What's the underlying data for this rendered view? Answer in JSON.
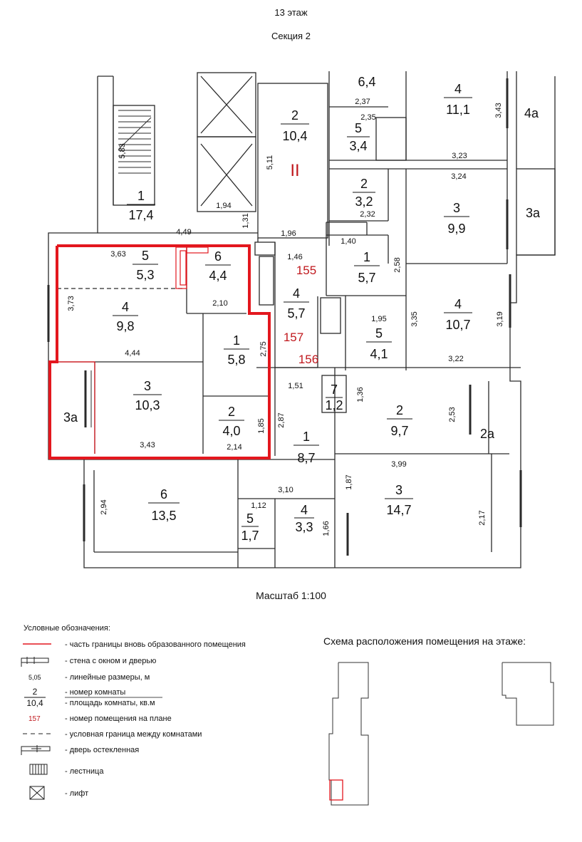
{
  "header": {
    "floor": "13 этаж",
    "section": "Секция 2"
  },
  "plan": {
    "rooms": [
      {
        "num": "1",
        "area": "17,4"
      },
      {
        "num": "5",
        "area": "5,3"
      },
      {
        "num": "6",
        "area": "4,4"
      },
      {
        "num": "4",
        "area": "9,8"
      },
      {
        "num": "1",
        "area": "5,8"
      },
      {
        "num": "3",
        "area": "10,3"
      },
      {
        "num": "2",
        "area": "4,0"
      },
      {
        "num": "2",
        "area": "10,4"
      },
      {
        "num": "4",
        "area": "5,7"
      },
      {
        "num": "5",
        "area": "3,4"
      },
      {
        "num": "2",
        "area": "3,2"
      },
      {
        "num": "3",
        "area": "9,9"
      },
      {
        "num": "4",
        "area": "11,1"
      },
      {
        "num": "1",
        "area": "5,7"
      },
      {
        "num": "5",
        "area": "4,1"
      },
      {
        "num": "4",
        "area": "10,7"
      },
      {
        "num": "7",
        "area": "1,2"
      },
      {
        "num": "2",
        "area": "9,7"
      },
      {
        "num": "1",
        "area": "8,7"
      },
      {
        "num": "3",
        "area": "14,7"
      },
      {
        "num": "6",
        "area": "13,5"
      },
      {
        "num": "5",
        "area": "1,7"
      },
      {
        "num": "4",
        "area": "3,3"
      }
    ],
    "partial_area": "6,4",
    "loggias": [
      "3а",
      "4а",
      "3а",
      "2а"
    ],
    "apartments": [
      "155",
      "157",
      "156"
    ],
    "section_mark": "II",
    "dims": [
      "5,83",
      "1,94",
      "4,49",
      "1,31",
      "5,11",
      "1,96",
      "1,46",
      "3,63",
      "3,73",
      "2,10",
      "4,44",
      "2,75",
      "1,51",
      "3,43",
      "1,85",
      "2,14",
      "2,87",
      "1,36",
      "3,10",
      "1,12",
      "1,66",
      "2,94",
      "2,37",
      "2,35",
      "3,23",
      "3,24",
      "3,43",
      "2,32",
      "1,40",
      "2,58",
      "1,95",
      "3,35",
      "3,19",
      "3,22",
      "2,53",
      "3,99",
      "1,87",
      "2,17"
    ]
  },
  "scale": "Масштаб 1:100",
  "legend": {
    "title": "Условные обозначения:",
    "items": [
      {
        "symbol": "red-line",
        "label": "- часть границы вновь образованного помещения"
      },
      {
        "symbol": "wall-window-door",
        "label": "- стена с окном и дверью"
      },
      {
        "symbol": "5,05",
        "label": "- линейные размеры, м"
      },
      {
        "symbol_num": "2",
        "symbol_area": "10,4",
        "label": "- номер комнаты",
        "label2": "- площадь комнаты, кв.м"
      },
      {
        "symbol": "157",
        "label": "- номер помещения на плане"
      },
      {
        "symbol": "dashed-line",
        "label": "- условная граница между комнатами"
      },
      {
        "symbol": "glazed-door",
        "label": "- дверь остекленная"
      },
      {
        "symbol": "stairs",
        "label": "- лестница"
      },
      {
        "symbol": "lift",
        "label": "- лифт"
      }
    ]
  },
  "scheme_title": "Схема расположения помещения на этаже:",
  "colors": {
    "highlight": "#e3171e",
    "apartment_label": "#c0181d",
    "line": "#2a2a2a"
  }
}
